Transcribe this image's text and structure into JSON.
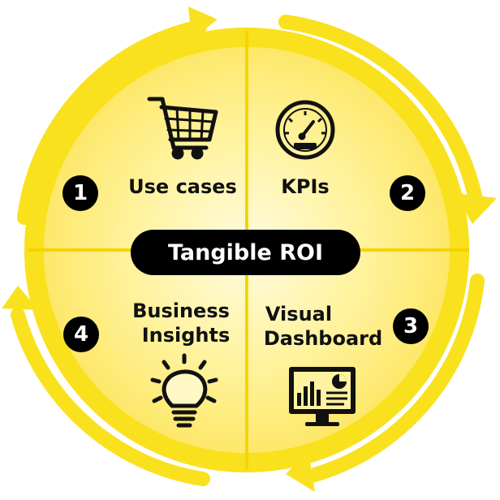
{
  "diagram": {
    "center_label": "Tangible ROI",
    "steps": [
      {
        "number": "1",
        "label": "Use cases",
        "icon": "shopping-cart-icon"
      },
      {
        "number": "2",
        "label": "KPIs",
        "icon": "speedometer-icon"
      },
      {
        "number": "3",
        "label_line1": "Visual",
        "label_line2": "Dashboard",
        "icon": "dashboard-monitor-icon"
      },
      {
        "number": "4",
        "label_line1": "Business",
        "label_line2": "Insights",
        "icon": "lightbulb-icon"
      }
    ],
    "colors": {
      "ring": "#f9e11e",
      "ring_light": "#fdf27a",
      "divider": "#f6d400",
      "center_glow": "#fff7a8",
      "ink": "#111111",
      "badge": "#000000"
    }
  }
}
